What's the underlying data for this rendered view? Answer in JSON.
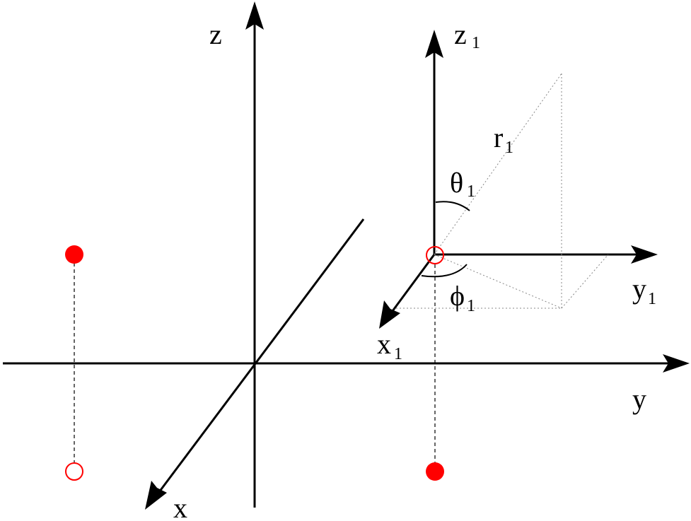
{
  "diagram": {
    "labels": {
      "z": "z",
      "x": "x",
      "y": "y",
      "z1": "z",
      "z1_sub": "1",
      "y1": "y",
      "y1_sub": "1",
      "x1": "x",
      "x1_sub": "1",
      "r1": "r",
      "r1_sub": "1",
      "theta1": "θ",
      "theta1_sub": "1",
      "phi1": "ϕ",
      "phi1_sub": "1"
    },
    "colors": {
      "axis": "#000000",
      "charge": "#ff0000",
      "guide": "#888888"
    },
    "points": [
      {
        "name": "left-upper",
        "style": "filled"
      },
      {
        "name": "left-lower",
        "style": "hollow"
      },
      {
        "name": "origin-1",
        "style": "hollow"
      },
      {
        "name": "right-lower",
        "style": "filled"
      }
    ]
  }
}
